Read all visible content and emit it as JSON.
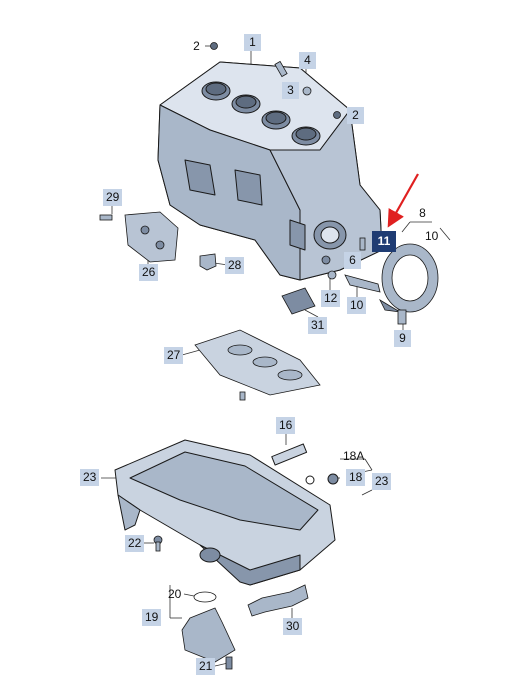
{
  "callouts": {
    "c1": "1",
    "c2a": "2",
    "c2b": "2",
    "c3": "3",
    "c4": "4",
    "c6": "6",
    "c8": "8",
    "c9": "9",
    "c10a": "10",
    "c10b": "10",
    "c11": "11",
    "c12": "12",
    "c16": "16",
    "c18": "18",
    "c18a": "18A",
    "c19": "19",
    "c20": "20",
    "c21": "21",
    "c22": "22",
    "c23a": "23",
    "c23b": "23",
    "c26": "26",
    "c27": "27",
    "c28": "28",
    "c29": "29",
    "c30": "30",
    "c31": "31"
  },
  "colors": {
    "part_light": "#c9d3e0",
    "part_mid": "#a9b7c9",
    "part_dark": "#7d8ca2",
    "outline": "#1a1a1a",
    "callout_bg": "#c5d3e6",
    "callout_highlight": "#1f3c73",
    "arrow": "#e02020"
  }
}
